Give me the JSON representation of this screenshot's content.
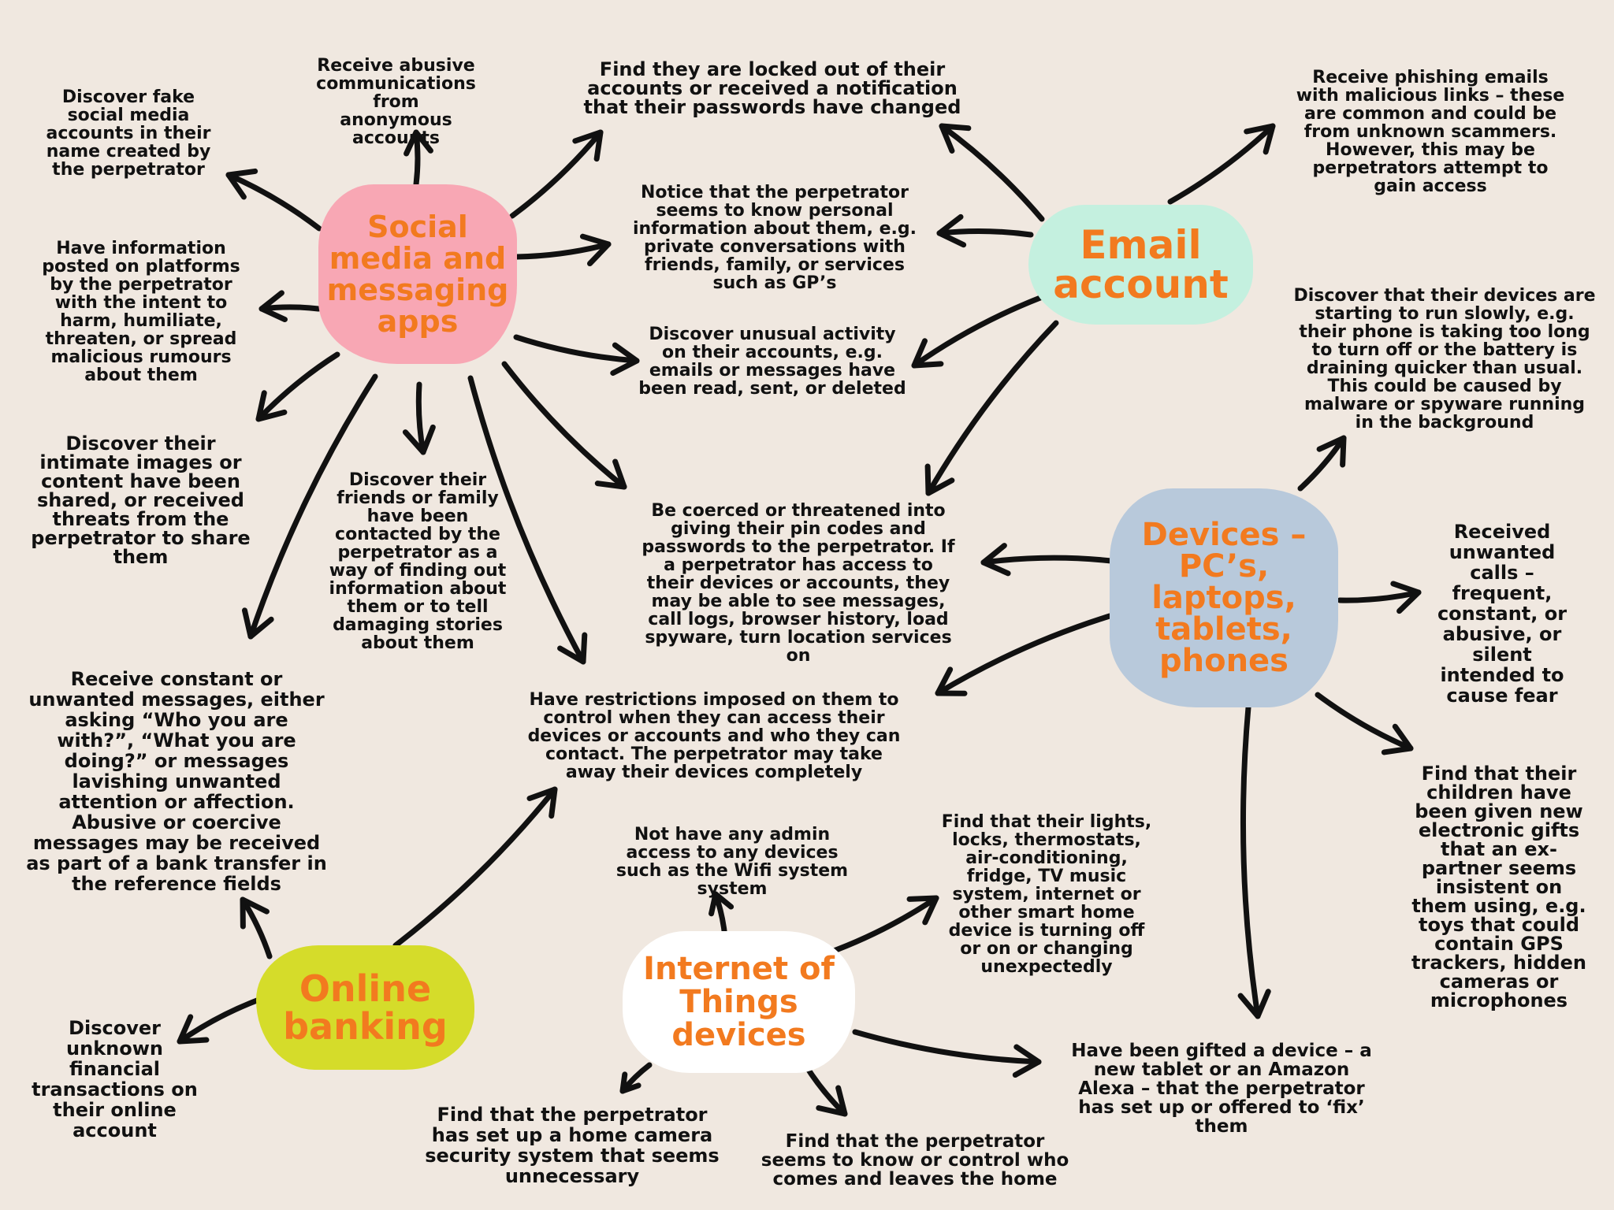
{
  "colors": {
    "background": "#f0e8e0",
    "hub_text": "#f27a1f",
    "note_text": "#111111",
    "arrow": "#111111"
  },
  "hubs": {
    "social": {
      "label": "Social\nmedia and\nmessaging\napps",
      "color": "#f8a7b4"
    },
    "email": {
      "label": "Email\naccount",
      "color": "#c4f0df"
    },
    "devices": {
      "label": "Devices –\nPC’s, laptops,\ntablets,\nphones",
      "color": "#b8c9db"
    },
    "banking": {
      "label": "Online\nbanking",
      "color": "#d5dc2a"
    },
    "iot": {
      "label": "Internet of\nThings\ndevices",
      "color": "#ffffff"
    }
  },
  "notes": {
    "fake_accounts": "Discover fake social media accounts in their name created by the perpetrator",
    "abusive_comms": "Receive abusive communications from anonymous accounts",
    "locked_out": "Find they are locked out of their accounts or received a notification that their passwords have changed",
    "phishing": "Receive phishing emails with malicious links – these are common and could be from unknown scammers. However, this may be perpetrators attempt to gain access",
    "posted_info": "Have information posted on platforms by the perpetrator with the intent to harm, humiliate, threaten, or spread malicious rumours about them",
    "personal_info": "Notice that the perpetrator seems to know personal information about them, e.g. private conversations with friends, family, or services such as GP’s",
    "slow_devices": "Discover that their devices are starting to run slowly, e.g. their phone is taking too long to turn off or the battery is draining quicker than usual. This could be caused by malware or spyware running in the background",
    "unusual_activity": "Discover unusual activity on their accounts, e.g. emails or messages have been read, sent, or deleted",
    "intimate_images": "Discover their intimate images or content have been shared, or received threats from the perpetrator to share them",
    "friends_contacted": "Discover their friends or family have been contacted by the perpetrator as a way of finding out information about them or to tell damaging stories about them",
    "coerced_pins": "Be coerced or threatened into giving their pin codes and passwords to the perpetrator. If a perpetrator has access to their devices or accounts, they may be able to see messages, call logs, browser history, load spyware, turn location services on",
    "unwanted_calls": "Received unwanted calls – frequent, constant, or abusive, or silent intended to cause fear",
    "restrictions": "Have restrictions imposed on them to control when they can access their devices or accounts and who they can contact. The perpetrator may take away their devices completely",
    "constant_messages": "Receive constant or unwanted messages, either asking “Who you are with?”, “What you are doing?” or messages  lavishing unwanted attention or affection. Abusive or coercive messages may be received as part of a bank transfer in the reference fields",
    "children_gifts": "Find that their children have been given new electronic gifts that an ex-partner seems insistent on them using, e.g. toys that could contain GPS trackers, hidden cameras or microphones",
    "no_admin": "Not have any admin access to any devices such as the Wifi system system",
    "smart_home": "Find that their lights, locks, thermostats, air-conditioning, fridge, TV music system, internet or other smart home device is turning off or on or changing unexpectedly",
    "unknown_transactions": "Discover unknown financial transactions on their online account",
    "gifted_device": "Have been gifted a device – a new tablet or an Amazon Alexa – that the perpetrator has set up or offered to ‘fix’ them",
    "home_camera": "Find that the perpetrator has set up a home camera security system that seems unnecessary",
    "comes_and_leaves": "Find that the perpetrator seems to know or control who comes and leaves the home"
  }
}
